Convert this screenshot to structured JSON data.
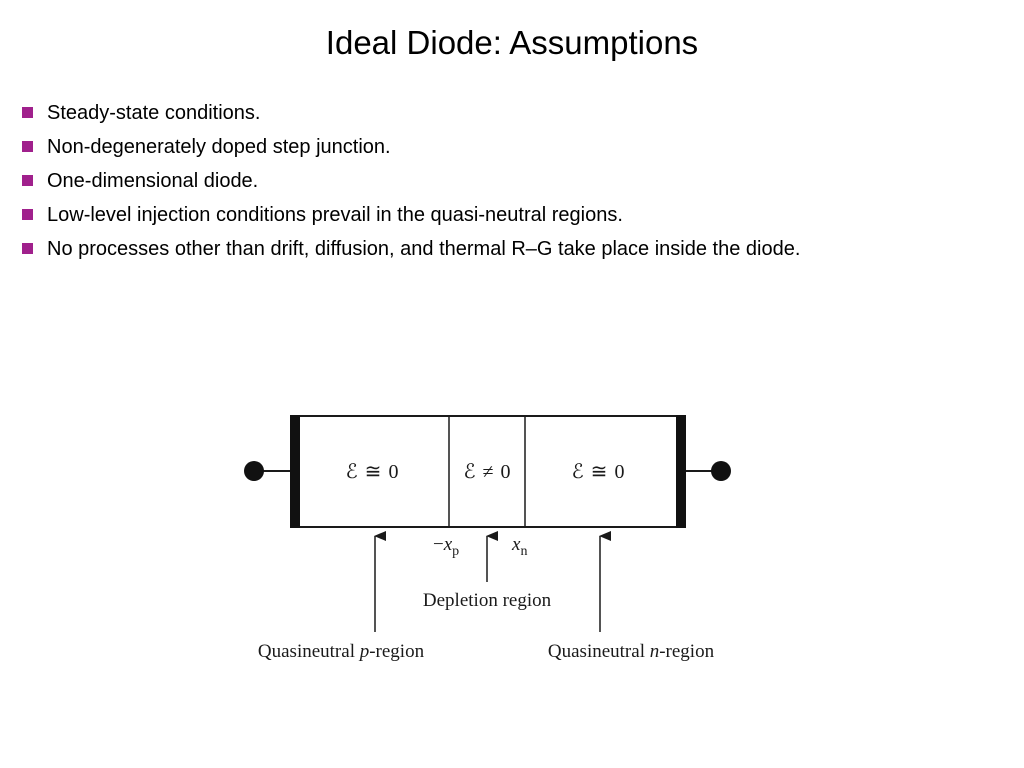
{
  "slide": {
    "title": "Ideal Diode: Assumptions",
    "bullet_color": "#a0208c",
    "bullets": [
      "Steady-state conditions.",
      "Non-degenerately doped step junction.",
      "One-dimensional diode.",
      "Low-level injection conditions prevail in the quasi-neutral regions.",
      "No processes other than drift, diffusion, and thermal R–G take place inside the diode."
    ]
  },
  "diagram": {
    "regions": [
      {
        "field_symbol": "ℰ",
        "relation": "≅",
        "value": "0"
      },
      {
        "field_symbol": "ℰ",
        "relation": "≠",
        "value": "0"
      },
      {
        "field_symbol": "ℰ",
        "relation": "≅",
        "value": "0"
      }
    ],
    "boundary_left": {
      "prefix": "−",
      "var": "x",
      "sub": "p"
    },
    "boundary_right": {
      "var": "x",
      "sub": "n"
    },
    "labels": {
      "depletion": "Depletion region",
      "p_region_prefix": "Quasineutral ",
      "p_region_italic": "p",
      "p_region_suffix": "-region",
      "n_region_prefix": "Quasineutral ",
      "n_region_italic": "n",
      "n_region_suffix": "-region"
    }
  }
}
